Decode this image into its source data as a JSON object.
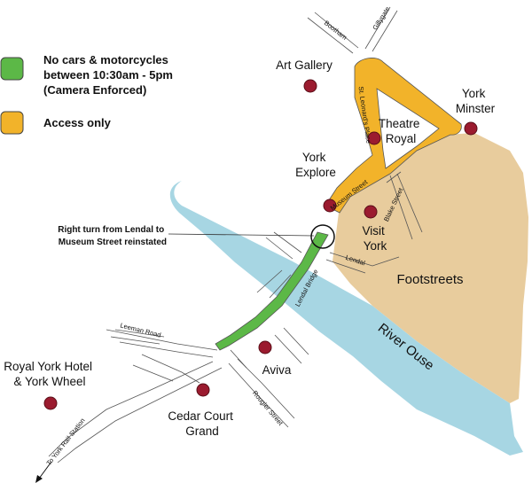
{
  "legend": {
    "items": [
      {
        "color": "#5cb847",
        "lines": [
          "No cars & motorcycles",
          "between 10:30am - 5pm",
          "(Camera Enforced)"
        ]
      },
      {
        "color": "#f2b32a",
        "lines": [
          "Access only"
        ]
      }
    ]
  },
  "colors": {
    "river": "#a7d6e3",
    "footstreets": "#e8cc9d",
    "access_road": "#f2b32a",
    "no_car_road": "#5cb847",
    "poi_marker": "#9b1b2f"
  },
  "places": {
    "art_gallery": "Art Gallery",
    "theatre_royal": [
      "Theatre",
      "Royal"
    ],
    "york_minster": [
      "York",
      "Minster"
    ],
    "york_explore": [
      "York",
      "Explore"
    ],
    "visit_york": [
      "Visit",
      "York"
    ],
    "footstreets": "Footstreets",
    "river_ouse": "River Ouse",
    "aviva": "Aviva",
    "cedar_court": [
      "Cedar Court",
      "Grand"
    ],
    "royal_york": [
      "Royal York Hotel",
      "& York Wheel"
    ]
  },
  "callout": {
    "lines": [
      "Right turn from Lendal to",
      "Museum Street reinstated"
    ]
  },
  "roads": {
    "bootham": "Bootham",
    "gillygate": "Gillygate",
    "st_leonards": "St. Leonard's Place",
    "museum_street": "Museum Street",
    "blake_street": "Blake Street",
    "lendal": "Lendal",
    "lendal_bridge": "Lendal Bridge",
    "leeman_road": "Leeman Road",
    "rougier_street": "Rougier Street",
    "to_rail": "To York Rail Station"
  },
  "icons": {
    "poi": "poi-marker-icon",
    "arrow": "arrow-icon"
  }
}
